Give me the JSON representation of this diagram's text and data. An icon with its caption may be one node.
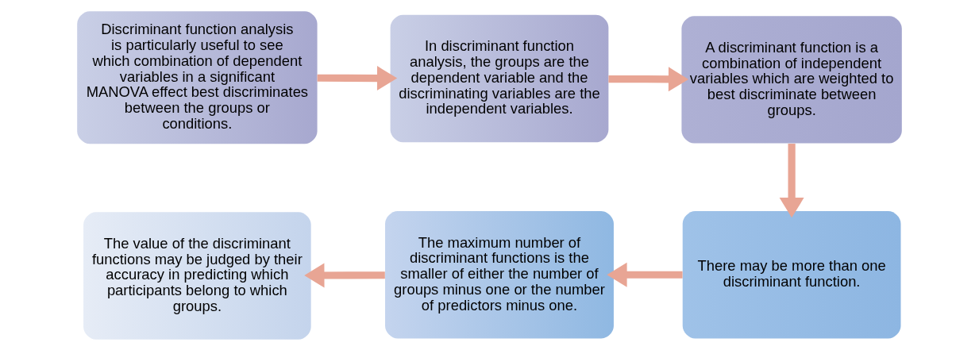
{
  "diagram": {
    "nodes": [
      {
        "text": [
          "Discriminant function analysis is particularly useful to see which combination of dependent variables in a significant MANOVA effect best discriminates between the groups or conditions."
        ]
      },
      {
        "text": [
          "In discriminant function analysis, the groups are the dependent variable and the discriminating variables are the independent variables."
        ]
      },
      {
        "text": [
          "A discriminant function is a combination of independent variables which are weighted to best discriminate between groups."
        ]
      },
      {
        "text": [
          "The value of the discriminant functions may be judged by their accuracy in predicting which participants belong to which groups."
        ]
      },
      {
        "text": [
          "The maximum number of discriminant functions is the smaller of either the number of groups minus one or the number of predictors minus one."
        ]
      },
      {
        "text": [
          "There may be more than one discriminant function."
        ]
      }
    ],
    "edges": [
      {
        "from": 0,
        "to": 1,
        "arrow": "to"
      },
      {
        "from": 1,
        "to": 2,
        "arrow": "to"
      },
      {
        "from": 2,
        "to": 5,
        "arrow": "to"
      },
      {
        "from": 5,
        "to": 4,
        "arrow": "to"
      },
      {
        "from": 4,
        "to": 3,
        "arrow": "to"
      }
    ]
  }
}
